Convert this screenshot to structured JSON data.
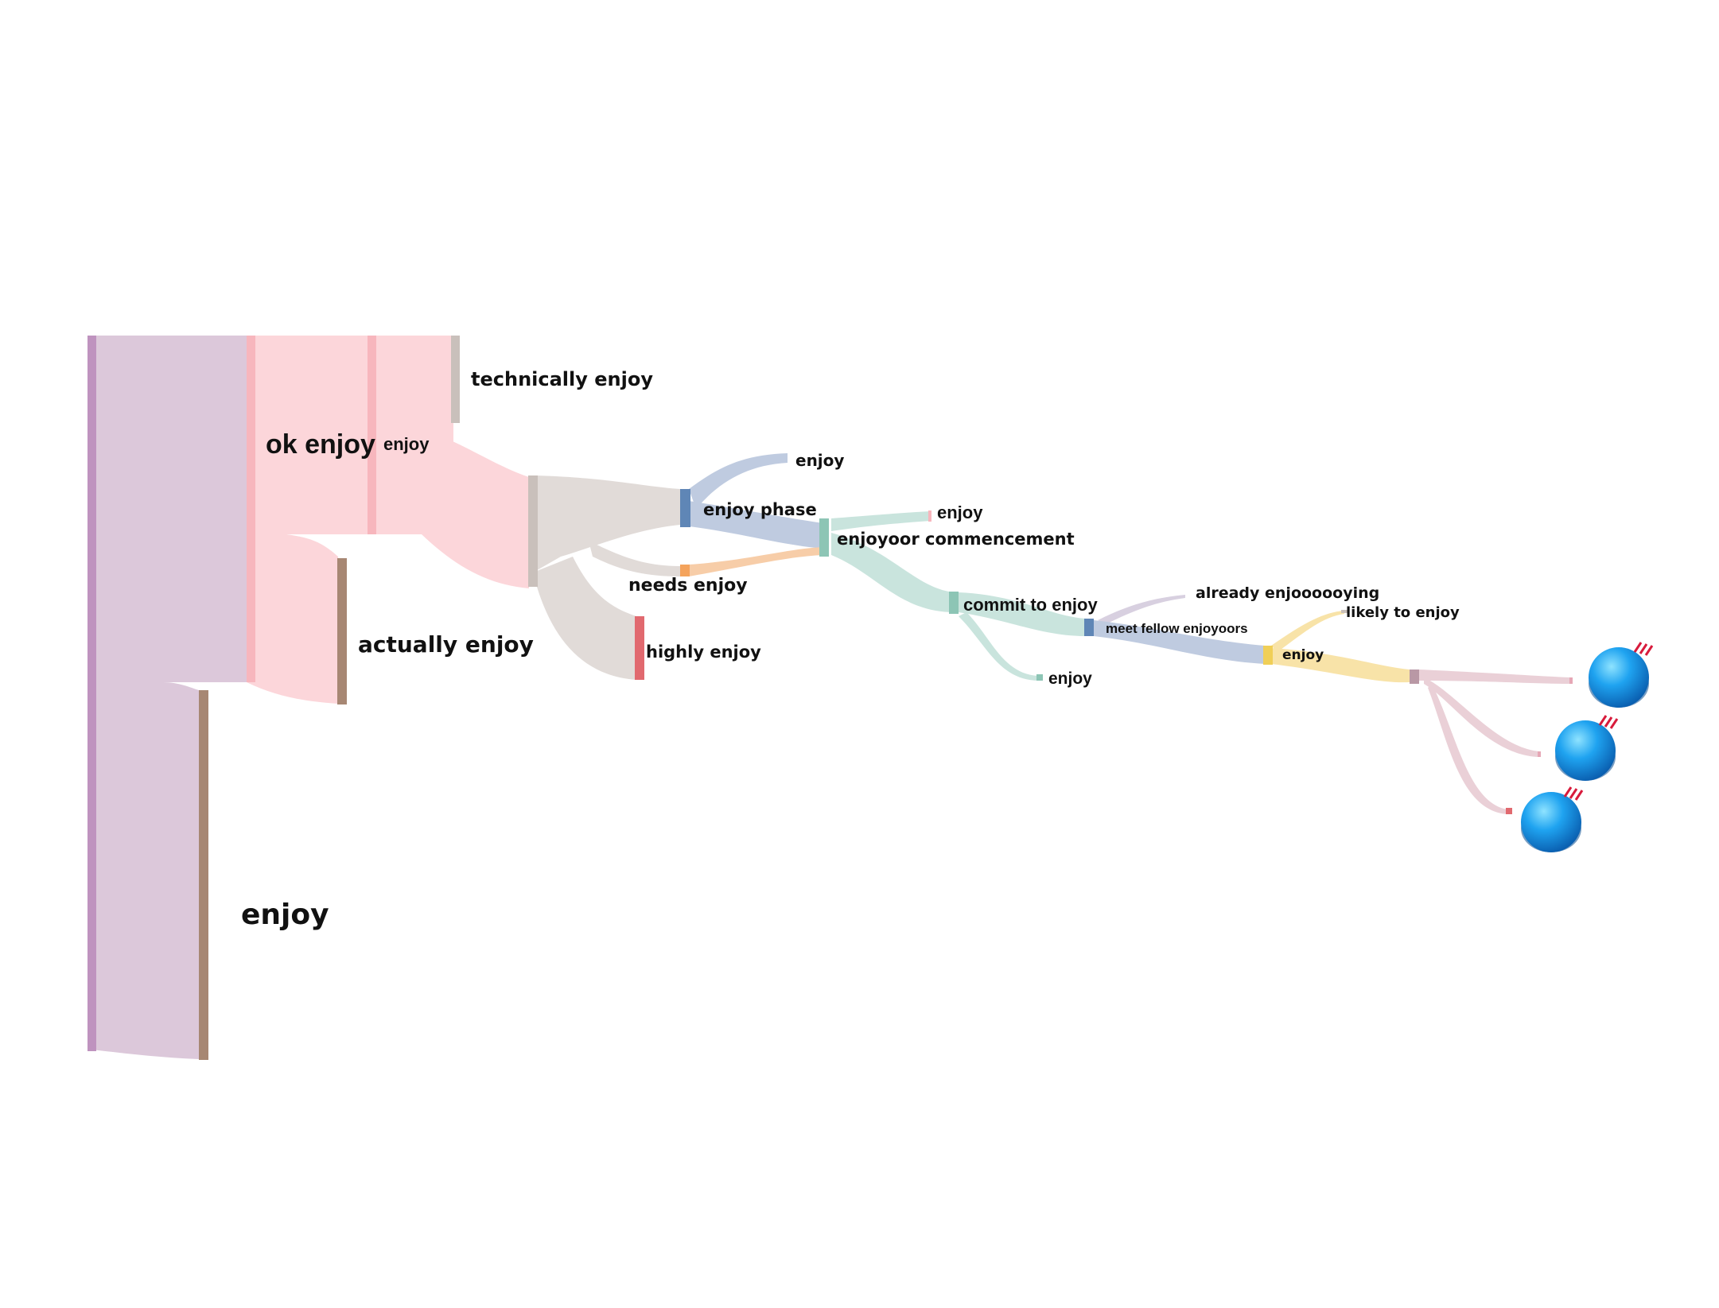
{
  "labels": {
    "enjoy_main": "enjoy",
    "ok_enjoy": "ok enjoy",
    "enjoy_small": "enjoy",
    "technically_enjoy": "technically enjoy",
    "actually_enjoy": "actually enjoy",
    "enjoy_top": "enjoy",
    "enjoy_phase": "enjoy phase",
    "enjoy_pink": "enjoy",
    "enjoyoor_commencement": "enjoyoor commencement",
    "needs_enjoy": "needs enjoy",
    "highly_enjoy": "highly enjoy",
    "commit_to_enjoy": "commit to enjoy",
    "enjoy_green": "enjoy",
    "already_enjoying": "already enjoooooying",
    "likely_to_enjoy": "likely to enjoy",
    "meet_fellow_enjoyoors": "meet fellow enjoyoors",
    "enjoy_yellow": "enjoy"
  },
  "colors": {
    "lavender_flow": "#dcc8da",
    "lavender_node": "#bf93bf",
    "pink_flow": "#fcd6da",
    "pink_node": "#f7b6bd",
    "brown_node": "#a78773",
    "grey_flow": "#e1dbd8",
    "grey_node": "#c9c0bb",
    "blue_flow": "#bfcbe0",
    "blue_node": "#5f86b6",
    "orange_flow": "#f7cda8",
    "orange_node": "#f4a35c",
    "teal_flow": "#c9e4dd",
    "teal_node": "#8dc5b5",
    "red_node": "#e1696f",
    "yellow_flow": "#f8e3a8",
    "yellow_node": "#f0cf57",
    "mauve_flow": "#ead0d7",
    "mauve_node": "#b998a5",
    "ball": "#1fa3f0"
  },
  "icons": [
    "sphere-icon",
    "sphere-icon",
    "sphere-icon"
  ]
}
